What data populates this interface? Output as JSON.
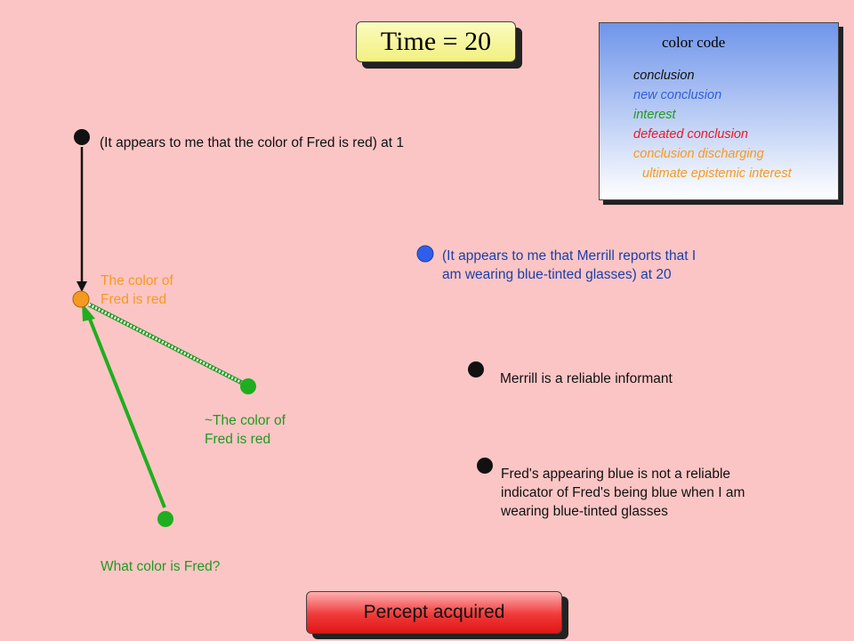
{
  "time_label": "Time = 20",
  "legend": {
    "title": "color code",
    "items": [
      {
        "label": "conclusion",
        "color": "#111111"
      },
      {
        "label": "new conclusion",
        "color": "#2f5fd8"
      },
      {
        "label": "interest",
        "color": "#1f9a1f"
      },
      {
        "label": "defeated conclusion",
        "color": "#e8192c"
      },
      {
        "label": "conclusion discharging",
        "color": "#f59a20"
      },
      {
        "label": "ultimate epistemic interest",
        "color": "#f59a20"
      }
    ]
  },
  "nodes": {
    "percept_red": {
      "text": "(It appears to me that the color of Fred is red) at 1",
      "color": "#111111"
    },
    "fred_red": {
      "line1": "The color of",
      "line2": "Fred is red",
      "color": "#f59a20"
    },
    "not_fred_red": {
      "line1": "~The color of",
      "line2": "Fred is red",
      "color": "#1f9a1f"
    },
    "question": {
      "text": "What color is Fred?",
      "color": "#1f9a1f"
    },
    "merrill_report": {
      "line1": "(It appears to me that Merrill reports that I",
      "line2": "am wearing blue-tinted glasses) at 20",
      "color": "#2f5fd8"
    },
    "merrill_reliable": {
      "text": "Merrill is a reliable informant",
      "color": "#111111"
    },
    "not_reliable": {
      "line1": "Fred's appearing blue is not a reliable",
      "line2": "indicator of Fred's being blue when I am",
      "line3": "wearing blue-tinted glasses",
      "color": "#111111"
    }
  },
  "status_button": "Percept acquired"
}
